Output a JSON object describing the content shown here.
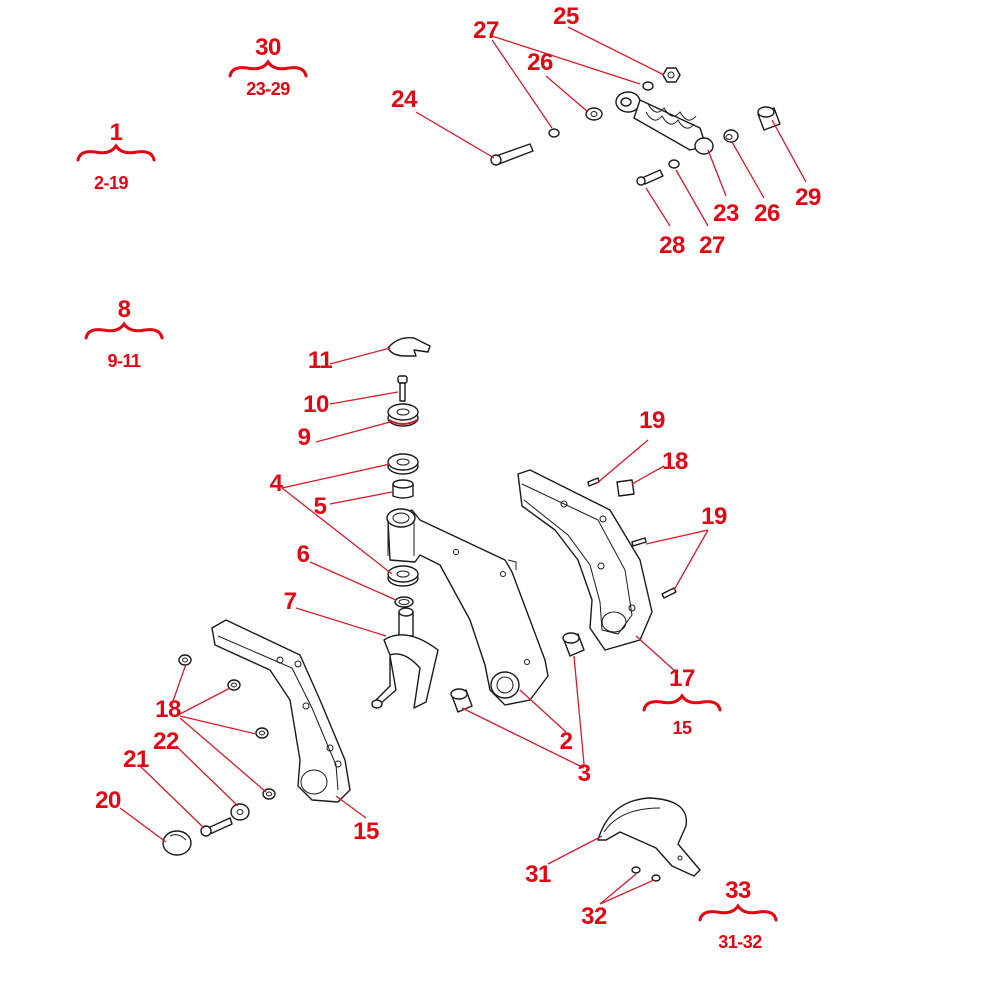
{
  "groups": [
    {
      "label": "1",
      "range": "2-19"
    },
    {
      "label": "8",
      "range": "9-11"
    },
    {
      "label": "30",
      "range": "23-29"
    },
    {
      "label": "17",
      "range": "15"
    },
    {
      "label": "33",
      "range": "31-32"
    }
  ],
  "callouts": {
    "c2": "2",
    "c3": "3",
    "c4": "4",
    "c5": "5",
    "c6": "6",
    "c7": "7",
    "c9": "9",
    "c10": "10",
    "c11": "11",
    "c15": "15",
    "c18a": "18",
    "c18b": "18",
    "c19a": "19",
    "c19b": "19",
    "c20": "20",
    "c21": "21",
    "c22": "22",
    "c23": "23",
    "c24": "24",
    "c25": "25",
    "c26a": "26",
    "c26b": "26",
    "c27a": "27",
    "c27b": "27",
    "c28": "28",
    "c29": "29",
    "c31": "31",
    "c32": "32"
  },
  "colors": {
    "label": "#e30613",
    "line": "#1a1a1a",
    "background": "#ffffff"
  }
}
